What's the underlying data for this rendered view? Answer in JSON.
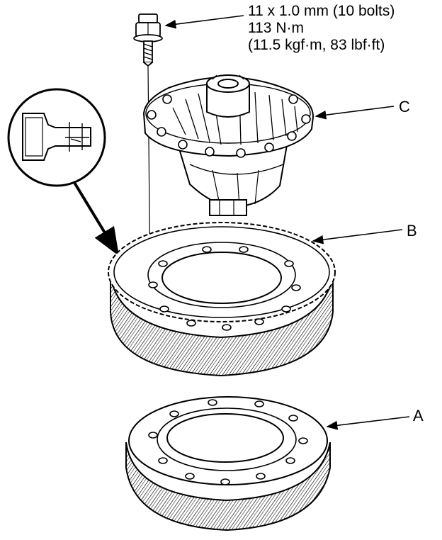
{
  "spec": {
    "line1": "11 x 1.0 mm (10 bolts)",
    "line2": "113 N·m",
    "line3": "(11.5 kgf·m, 83 lbf·ft)"
  },
  "callouts": {
    "a": "A",
    "b": "B",
    "c": "C"
  }
}
